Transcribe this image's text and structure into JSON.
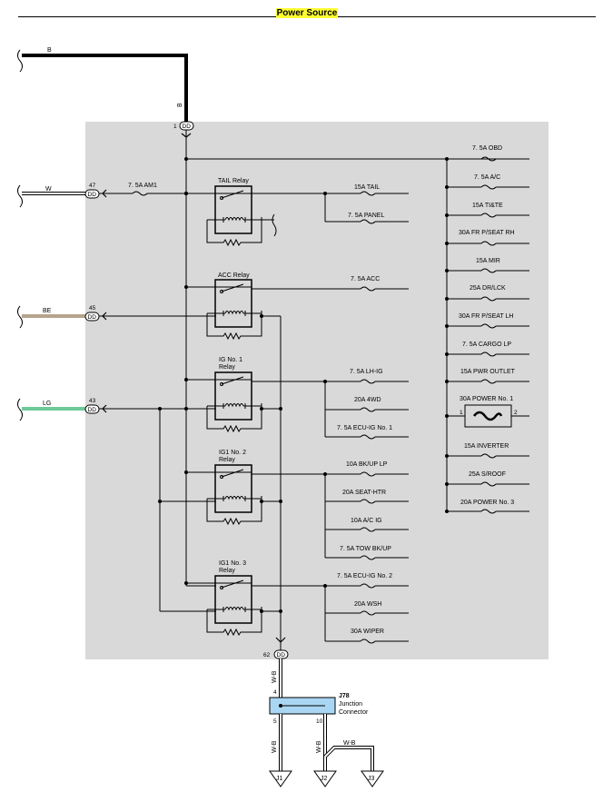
{
  "title": "Power Source",
  "wires": {
    "top": "B",
    "top_drop": "B",
    "w": "W",
    "be": "BE",
    "lg": "LG",
    "wb_main": "W-B",
    "wb_j1": "W-B",
    "wb_j2": "W-B",
    "wb_j3": "W-B"
  },
  "wire_colors": {
    "b": "#000000",
    "w": "#ffffff",
    "be": "#b5a38c",
    "lg": "#6ec998",
    "wb": "#ffffff"
  },
  "connectors": {
    "dd_top": {
      "code": "DD",
      "pin": "1"
    },
    "dd_47": {
      "code": "DD",
      "pin": "47"
    },
    "dd_45": {
      "code": "DD",
      "pin": "45"
    },
    "dd_43": {
      "code": "DD",
      "pin": "43"
    },
    "dd_62": {
      "code": "DD",
      "pin": "62"
    }
  },
  "am1_fuse": "7. 5A AM1",
  "relays": {
    "tail": "TAIL Relay",
    "acc": "ACC Relay",
    "ig1": [
      "IG No. 1",
      "Relay"
    ],
    "ig1n2": [
      "IG1 No. 2",
      "Relay"
    ],
    "ig1n3": [
      "IG1 No. 3",
      "Relay"
    ]
  },
  "fuses_left": {
    "tail": "15A TAIL",
    "panel": "7. 5A PANEL",
    "acc": "7. 5A ACC",
    "lhig": "7. 5A LH-IG",
    "fwd": "20A 4WD",
    "ecuig1": "7. 5A ECU-IG No. 1",
    "bkup": "10A BK/UP LP",
    "seathtr": "20A SEAT-HTR",
    "acig": "10A A/C IG",
    "towbkup": "7. 5A TOW BK/UP",
    "ecuig2": "7. 5A ECU-IG No. 2",
    "wsh": "20A WSH",
    "wiper": "30A WIPER"
  },
  "fuses_right": {
    "obd": "7. 5A OBD",
    "ac": "7. 5A A/C",
    "tite": "15A TI&TE",
    "frseatrh": "30A FR P/SEAT RH",
    "mir": "15A MIR",
    "drlck": "25A DR/LCK",
    "frseatlh": "30A FR P/SEAT LH",
    "cargo": "7. 5A CARGO LP",
    "pwroutlet": "15A PWR OUTLET",
    "power1": "30A POWER No. 1",
    "power1_pin1": "1",
    "power1_pin2": "2",
    "inverter": "15A INVERTER",
    "sroof": "25A S/ROOF",
    "power3": "20A POWER No. 3"
  },
  "junction": {
    "id": "J78",
    "name1": "Junction",
    "name2": "Connector",
    "pin_in": "4",
    "pin_out1": "5",
    "pin_out2": "10"
  },
  "terminals": {
    "j1": "J1",
    "j2": "J2",
    "j3": "J3"
  }
}
